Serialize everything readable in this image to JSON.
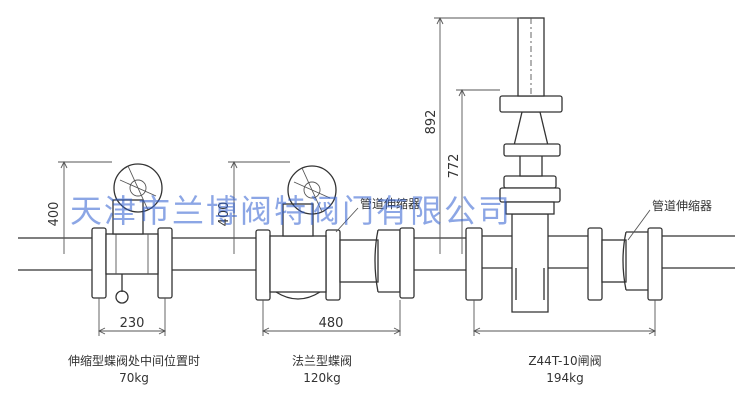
{
  "dimensions": {
    "d400_left": "400",
    "d400_mid": "400",
    "d892": "892",
    "d772": "772",
    "d230": "230",
    "d480": "480"
  },
  "callouts": {
    "expansion_joint_mid": "管道伸缩器",
    "expansion_joint_right": "管道伸缩器"
  },
  "captions": {
    "valve_left_name": "伸缩型蝶阀处中间位置时",
    "valve_left_weight": "70kg",
    "valve_mid_name": "法兰型蝶阀",
    "valve_mid_weight": "120kg",
    "valve_right_name": "Z44T-10闸阀",
    "valve_right_weight": "194kg"
  },
  "watermark": "天津市兰博阀特阀门有限公司",
  "colors": {
    "line": "#333333",
    "watermark": "#2f5fd0",
    "background": "#ffffff"
  }
}
